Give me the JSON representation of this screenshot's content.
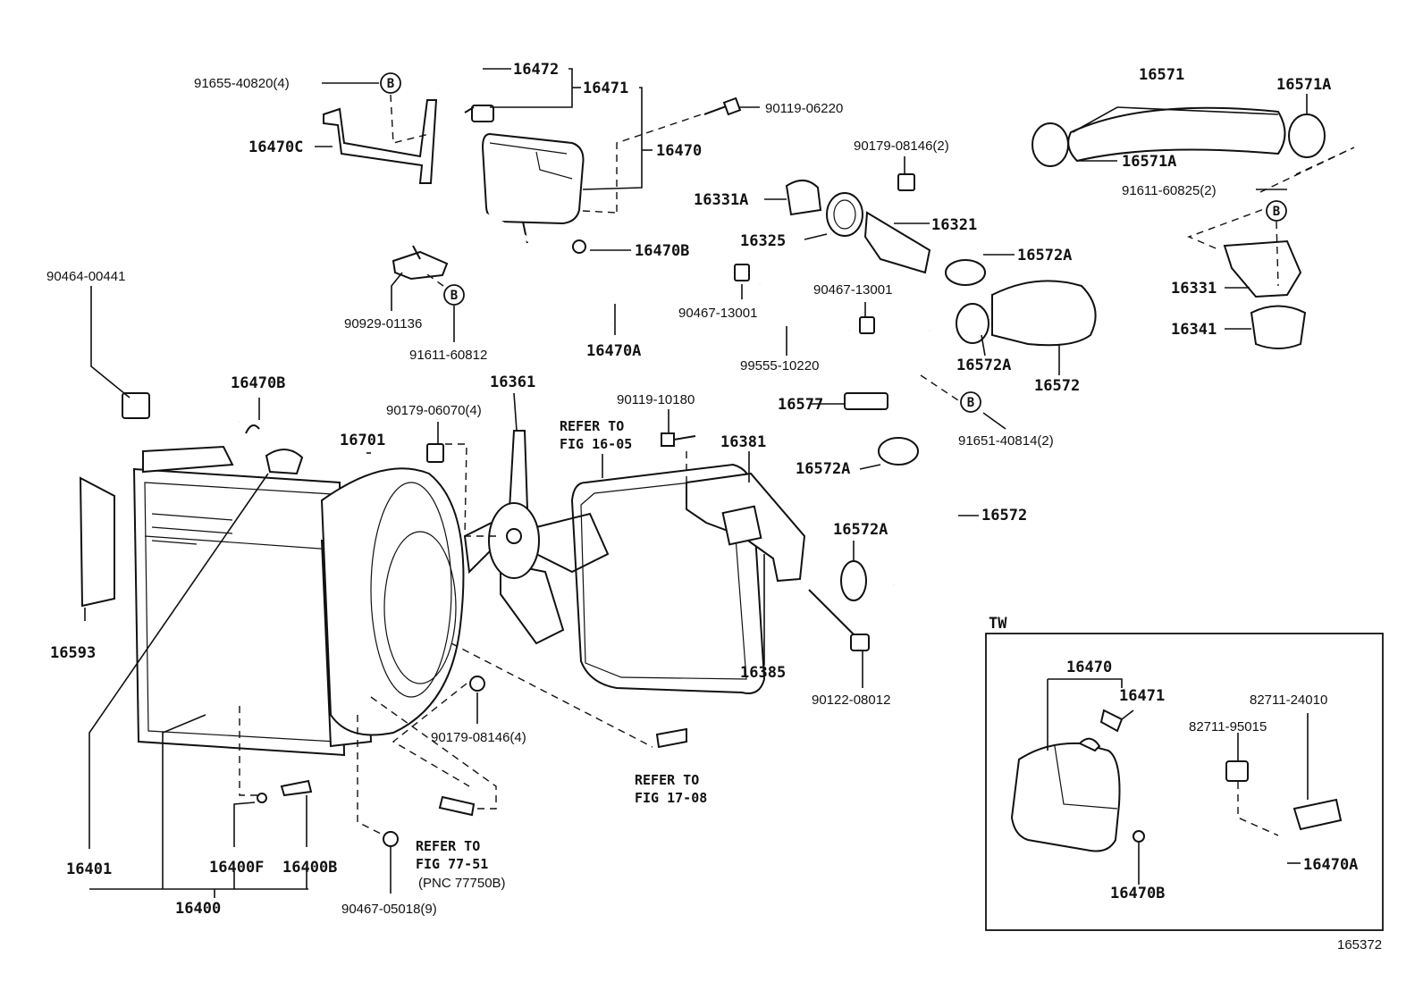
{
  "figure_id": "165372",
  "inset": {
    "title": "TW"
  },
  "labels": {
    "p91655": "91655-40820(4)",
    "p16472": "16472",
    "p16471": "16471",
    "p90119_06220": "90119-06220",
    "p16470C": "16470C",
    "p16470": "16470",
    "p90179_08146_2": "90179-08146(2)",
    "p16331A": "16331A",
    "p16321": "16321",
    "p16325": "16325",
    "p16572A_1": "16572A",
    "p16470B_1": "16470B",
    "p90464": "90464-00441",
    "p90929": "90929-01136",
    "p91611_60812": "91611-60812",
    "p16470A": "16470A",
    "p90467_13001_a": "90467-13001",
    "p90467_13001_b": "90467-13001",
    "p99555": "99555-10220",
    "p16572A_2": "16572A",
    "p16572_1": "16572",
    "p16571": "16571",
    "p16571A_1": "16571A",
    "p16571A_2": "16571A",
    "p91611_60825": "91611-60825(2)",
    "p16331": "16331",
    "p16341": "16341",
    "p16470B_2": "16470B",
    "p16361": "16361",
    "p90179_06070": "90179-06070(4)",
    "p90119_10180": "90119-10180",
    "refer1_a": "REFER TO",
    "refer1_b": "FIG 16-05",
    "p16701": "16701",
    "p16381": "16381",
    "p16577": "16577",
    "p91651": "91651-40814(2)",
    "p16572A_3": "16572A",
    "p16572_2": "16572",
    "p16572A_4": "16572A",
    "p16593": "16593",
    "p16385": "16385",
    "p90122": "90122-08012",
    "p90179_08146_4": "90179-08146(4)",
    "refer2_a": "REFER TO",
    "refer2_b": "FIG 17-08",
    "p16401": "16401",
    "p16400F": "16400F",
    "p16400B": "16400B",
    "refer3_a": "REFER TO",
    "refer3_b": "FIG 77-51",
    "refer3_c": "(PNC 77750B)",
    "p16400": "16400",
    "p90467_05018": "90467-05018(9)",
    "tw_16470": "16470",
    "tw_16471": "16471",
    "tw_82711_24010": "82711-24010",
    "tw_82711_95015": "82711-95015",
    "tw_16470A": "16470A",
    "tw_16470B": "16470B"
  },
  "callouts": {
    "b": "B"
  }
}
